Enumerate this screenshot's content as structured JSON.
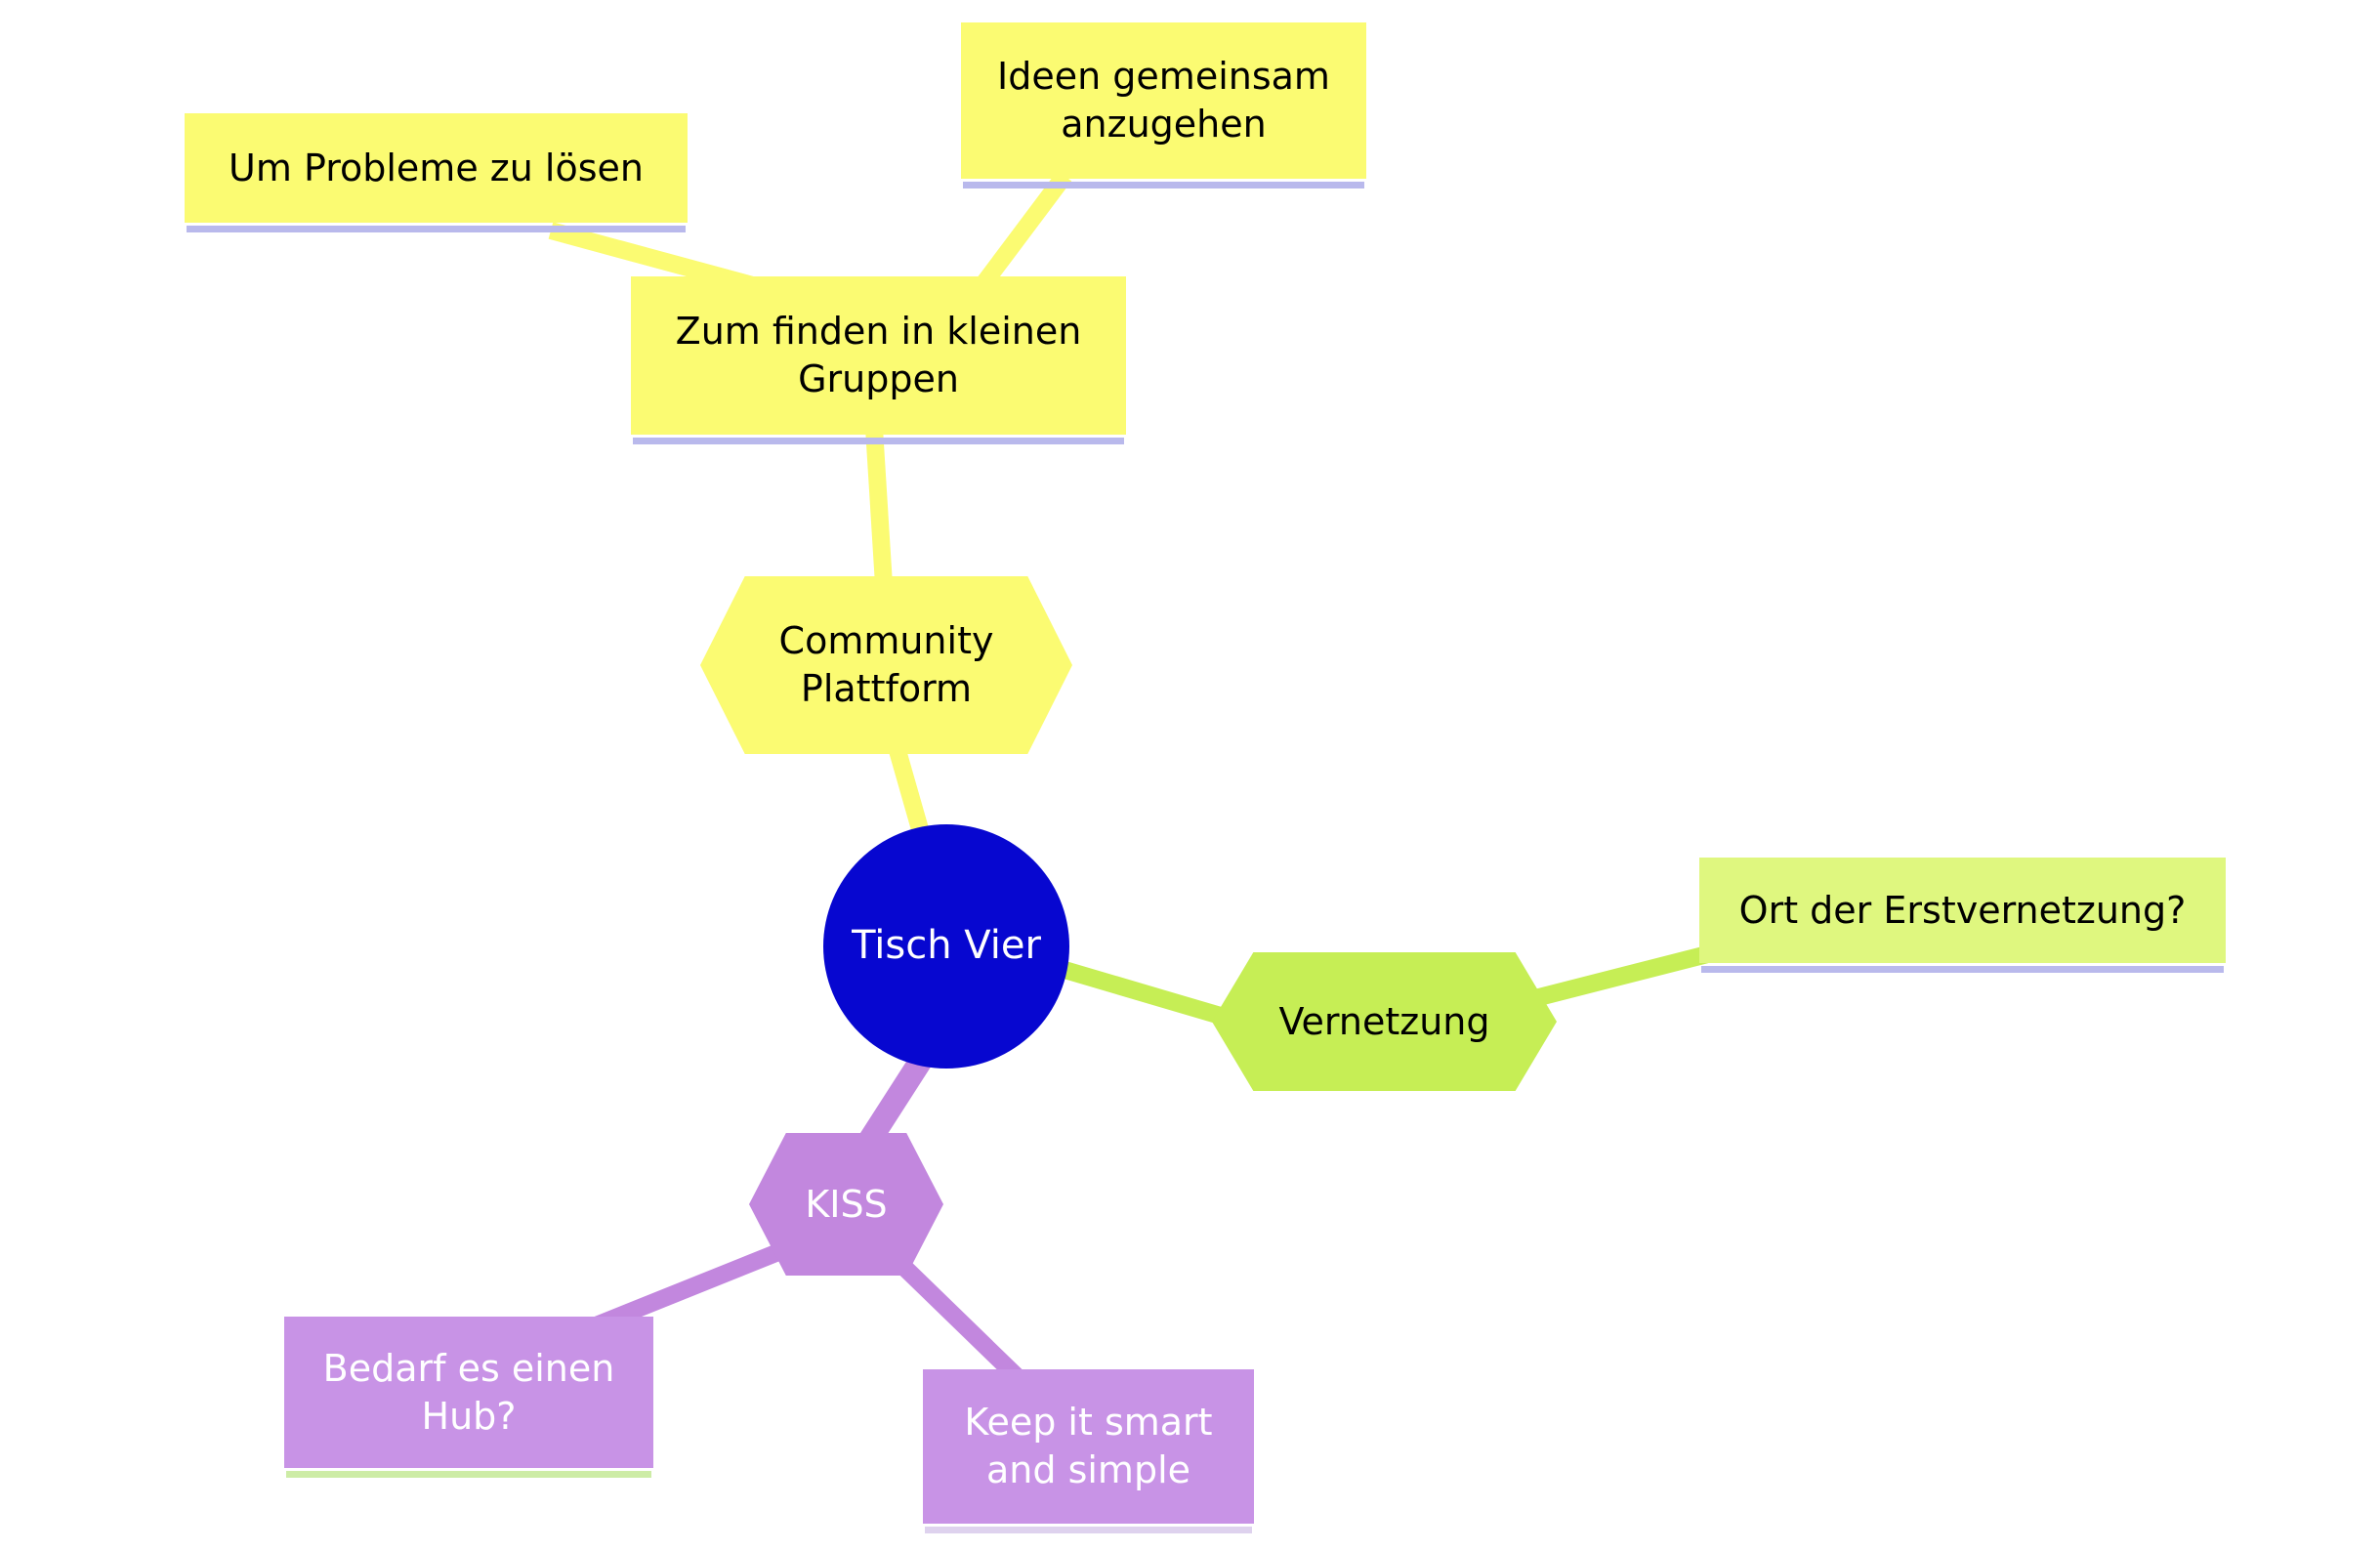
{
  "diagram": {
    "type": "mindmap",
    "background": "#ffffff",
    "center": {
      "label": "Tisch Vier",
      "color": "#0707d0",
      "text_color": "#ffffff"
    },
    "branches": {
      "um_probleme": {
        "label": "Um Probleme zu lösen",
        "color": "#fbfb72",
        "underline": "#b9b9ec"
      },
      "ideen": {
        "label": "Ideen gemeinsam anzugehen",
        "color": "#fbfb72",
        "underline": "#b9b9ec"
      },
      "zum_finden": {
        "label": "Zum finden in kleinen Gruppen",
        "color": "#fbfb72",
        "underline": "#b9b9ec"
      },
      "community": {
        "label": "Community Plattform",
        "color": "#fbfb72"
      },
      "vernetzung": {
        "label": "Vernetzung",
        "color": "#c6ee55"
      },
      "ort": {
        "label": "Ort der Erstvernetzung?",
        "color": "#dff77f",
        "underline": "#b9b9ec"
      },
      "kiss": {
        "label": "KISS",
        "color": "#c287de",
        "text_color": "#ffffff"
      },
      "bedarf": {
        "label": "Bedarf es einen Hub?",
        "color": "#c893e6",
        "text_color": "#ffffff",
        "underline": "#cdeca6"
      },
      "keep": {
        "label": "Keep it smart and simple",
        "color": "#c893e6",
        "text_color": "#ffffff",
        "underline": "#ded2ee"
      }
    },
    "palette": {
      "yellow_branch": "#fbfb72",
      "green_branch": "#c6ee55",
      "green_leaf": "#dff77f",
      "purple_branch": "#c287de",
      "blue_center": "#0707d0",
      "underline_periwinkle": "#b9b9ec",
      "underline_green": "#cdeca6",
      "underline_lavender": "#ded2ee"
    }
  }
}
